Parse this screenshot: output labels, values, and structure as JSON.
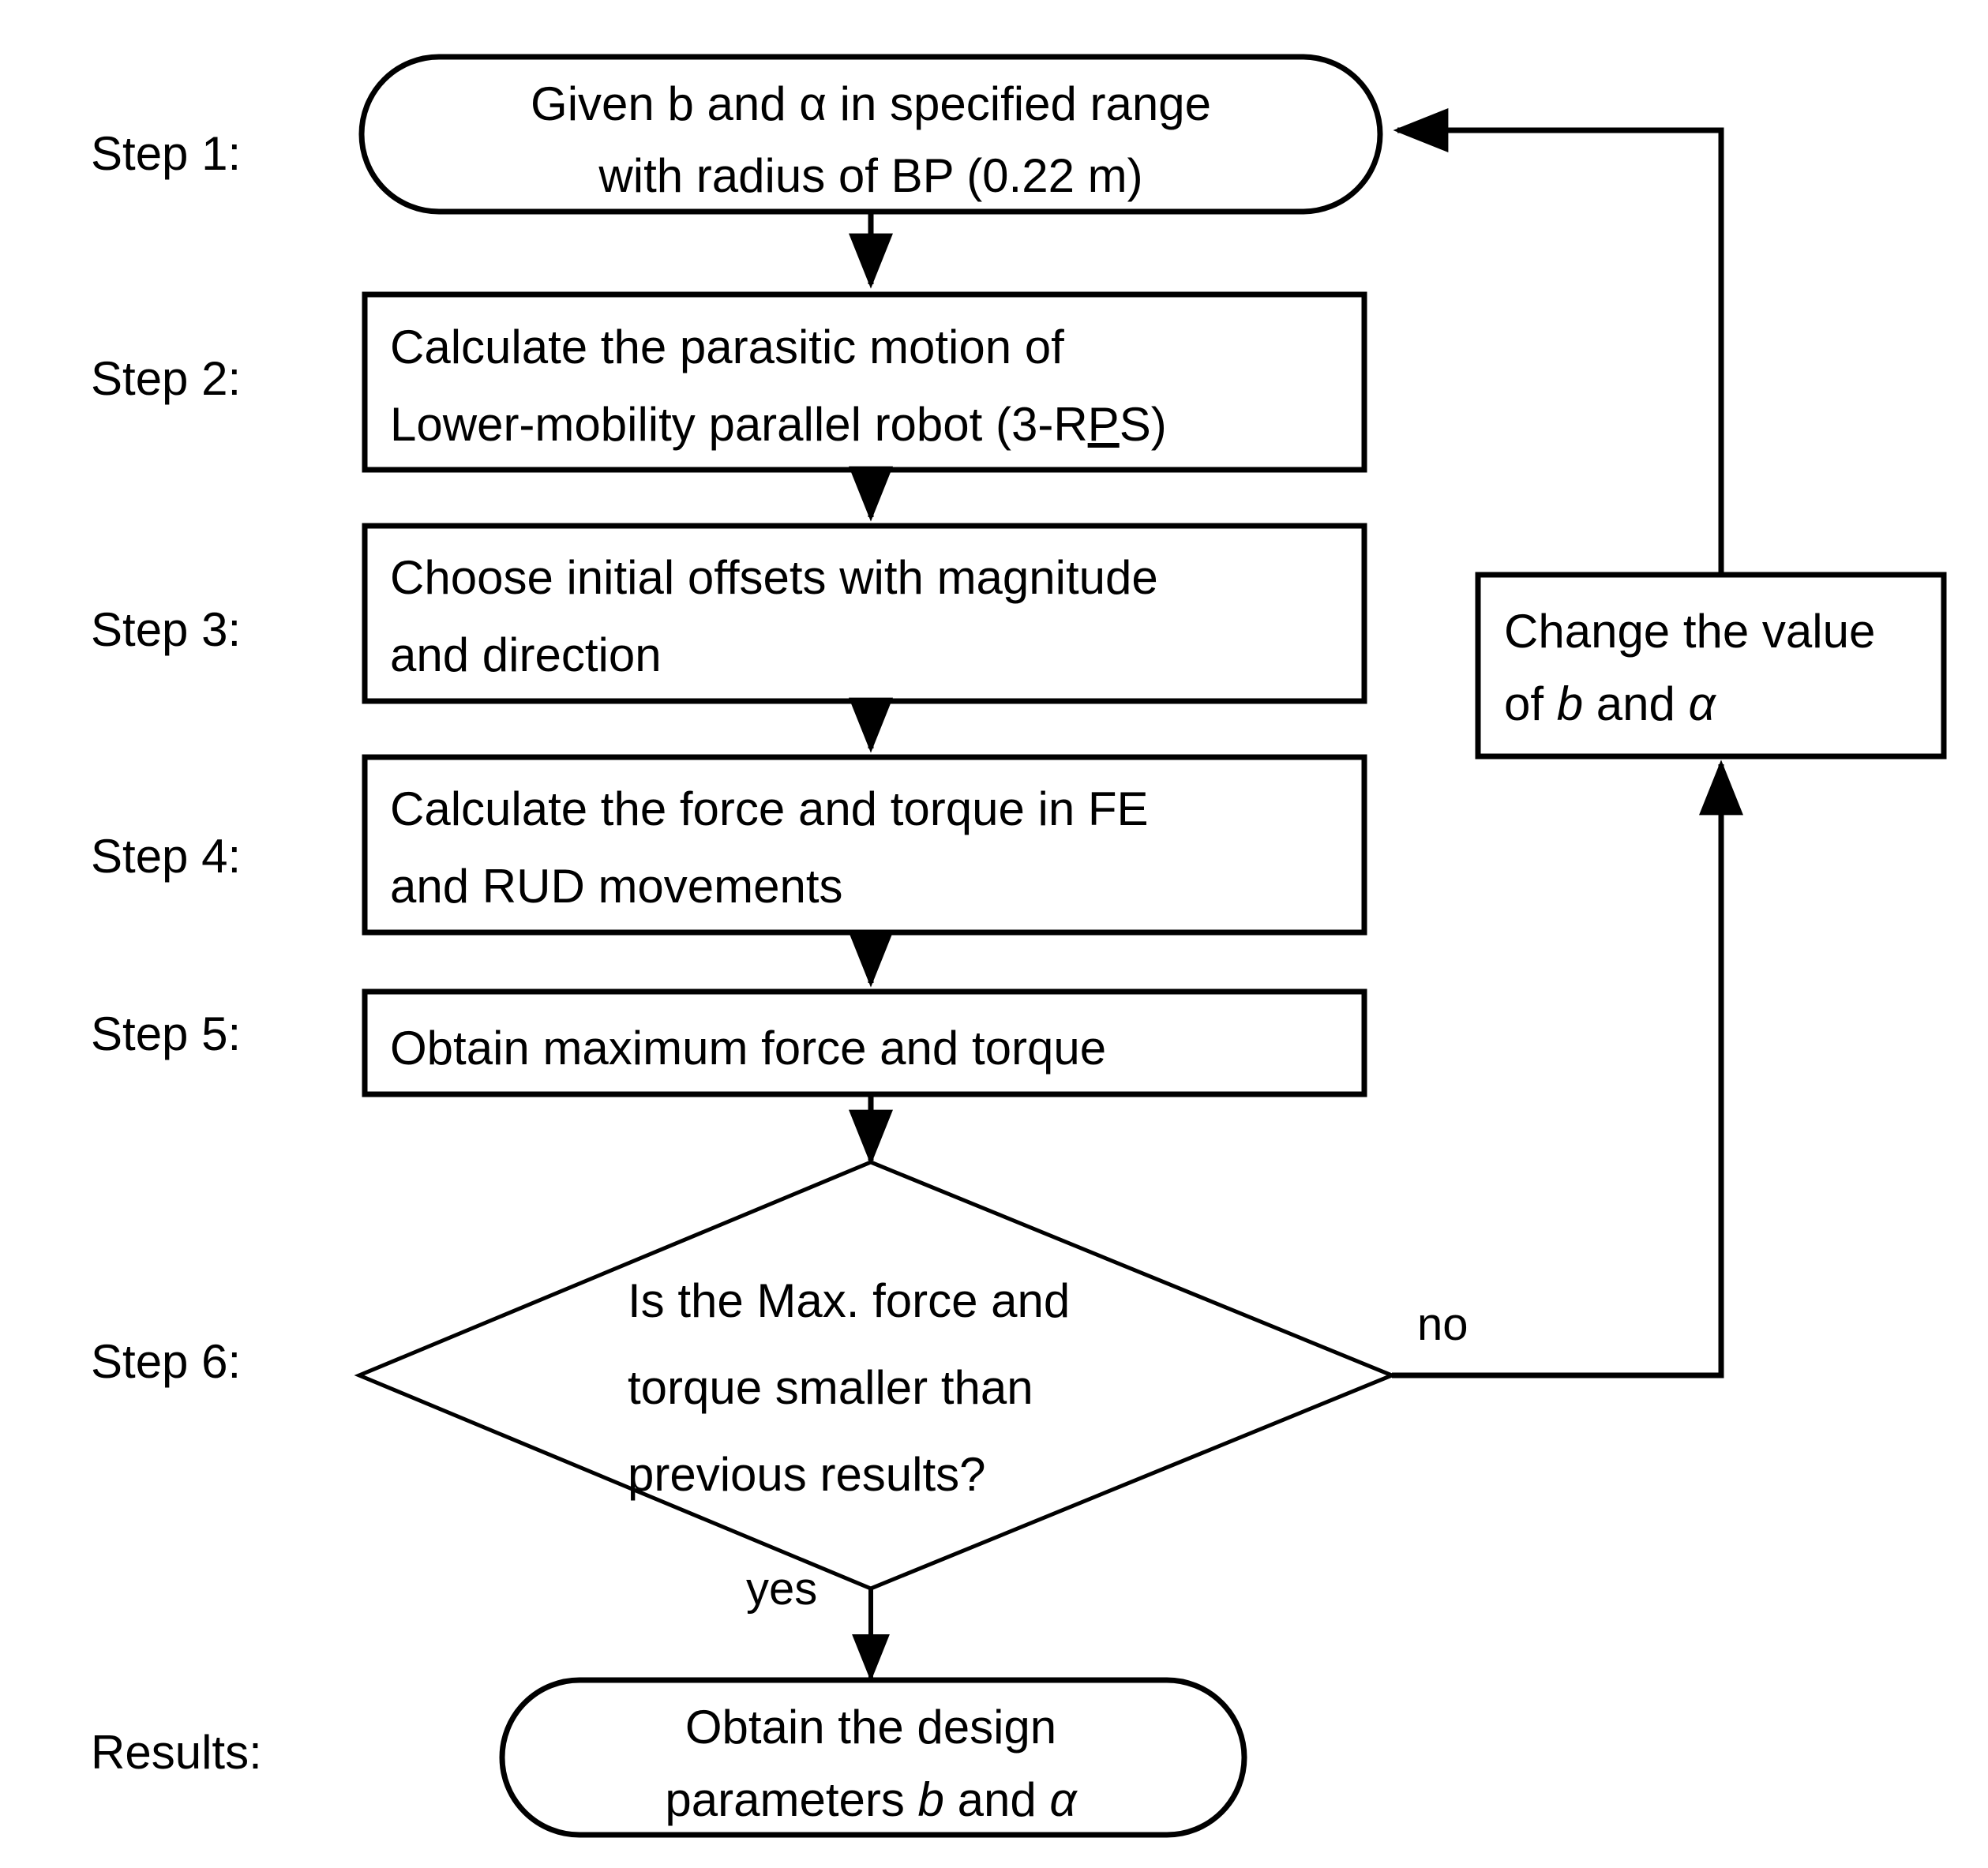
{
  "diagram": {
    "title": "Design optimization flowchart",
    "background_color": "#ffffff",
    "stroke_color": "#000000"
  },
  "step_labels": [
    {
      "id": "step1",
      "text": "Step 1:"
    },
    {
      "id": "step2",
      "text": "Step 2:"
    },
    {
      "id": "step3",
      "text": "Step 3:"
    },
    {
      "id": "step4",
      "text": "Step 4:"
    },
    {
      "id": "step5",
      "text": "Step 5:"
    },
    {
      "id": "step6",
      "text": "Step 6:"
    },
    {
      "id": "results",
      "text": "Results:"
    }
  ],
  "nodes": {
    "step1": {
      "shape": "stadium",
      "line1_a": "Given b and ",
      "line1_alpha": "α",
      "line1_b": " in specified range",
      "line2": "with radius of BP (0.22 m)"
    },
    "step2": {
      "shape": "rectangle",
      "line1": "Calculate the parasitic motion of",
      "line2_a": "Lower-mobility parallel robot (3-R",
      "line2_underlined": "P",
      "line2_b": "S)"
    },
    "step3": {
      "shape": "rectangle",
      "line1": "Choose initial offsets with magnitude",
      "line2": "and direction"
    },
    "step4": {
      "shape": "rectangle",
      "line1": "Calculate the force and torque in FE",
      "line2": "and RUD movements"
    },
    "step5": {
      "shape": "rectangle",
      "line1": "Obtain maximum force and torque"
    },
    "step6": {
      "shape": "diamond",
      "line1": "Is the Max. force and",
      "line2": "torque smaller than",
      "line3": "previous results?"
    },
    "change": {
      "shape": "rectangle",
      "line1": "Change the value",
      "line2_a": "of ",
      "line2_italic_b": "b",
      "line2_b": " and ",
      "line2_italic_alpha": "α"
    },
    "results": {
      "shape": "stadium",
      "line1": "Obtain the design",
      "line2_a": "parameters ",
      "line2_italic_b": "b",
      "line2_b": " and ",
      "line2_italic_alpha": "α"
    }
  },
  "edge_labels": {
    "no": "no",
    "yes": "yes"
  }
}
